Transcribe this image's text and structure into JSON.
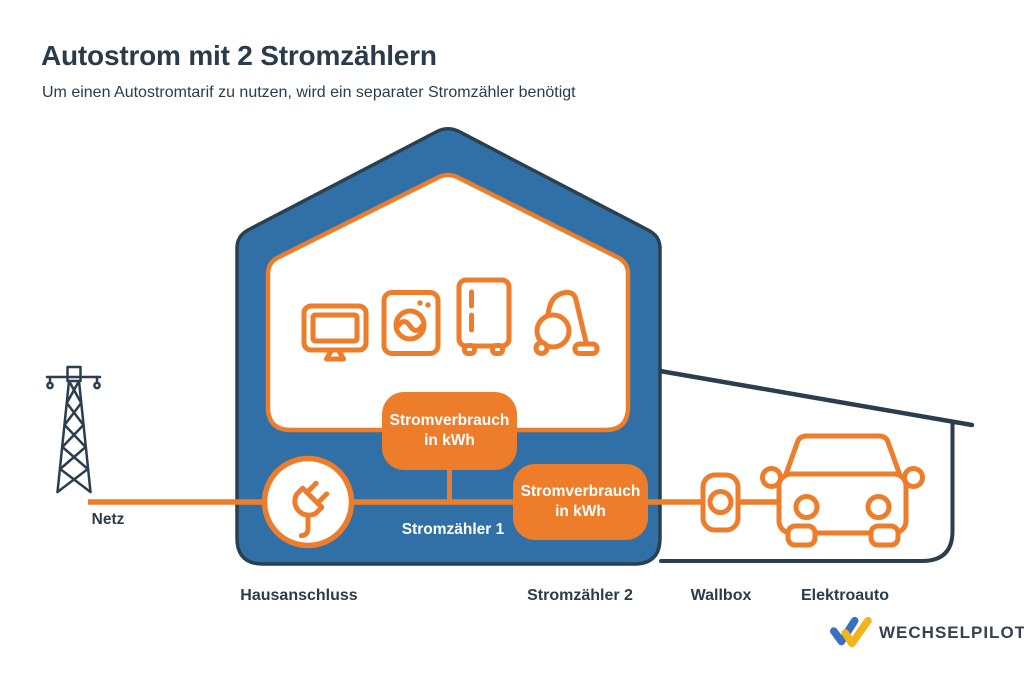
{
  "header": {
    "title": "Autostrom mit 2 Stromzählern",
    "subtitle": "Um einen Autostromtarif zu nutzen, wird ein separater Stromzähler benötigt"
  },
  "diagram": {
    "grid_label": "Netz",
    "meter1_box": {
      "line1": "Stromverbrauch",
      "line2": "in kWh"
    },
    "meter2_box": {
      "line1": "Stromverbrauch",
      "line2": "in kWh"
    },
    "meter1_label": "Stromzähler 1",
    "labels": {
      "hausanschluss": "Hausanschluss",
      "stromzaehler2": "Stromzähler 2",
      "wallbox": "Wallbox",
      "elektroauto": "Elektroauto"
    },
    "icons": [
      "power-tower-icon",
      "plug-icon",
      "tv-icon",
      "washing-machine-icon",
      "fridge-icon",
      "vacuum-cleaner-icon",
      "wallbox-icon",
      "electric-car-icon"
    ]
  },
  "logo": {
    "text": "WECHSELPILOT",
    "icon": "double-check-icon"
  },
  "colors": {
    "orange": "#EE7D2B",
    "house_blue": "#3170A6",
    "outline_navy": "#28404F",
    "text_navy": "#2A3C4B",
    "logo_blue": "#3A70C0",
    "logo_yellow": "#F3B41B",
    "background": "#FFFFFF"
  }
}
